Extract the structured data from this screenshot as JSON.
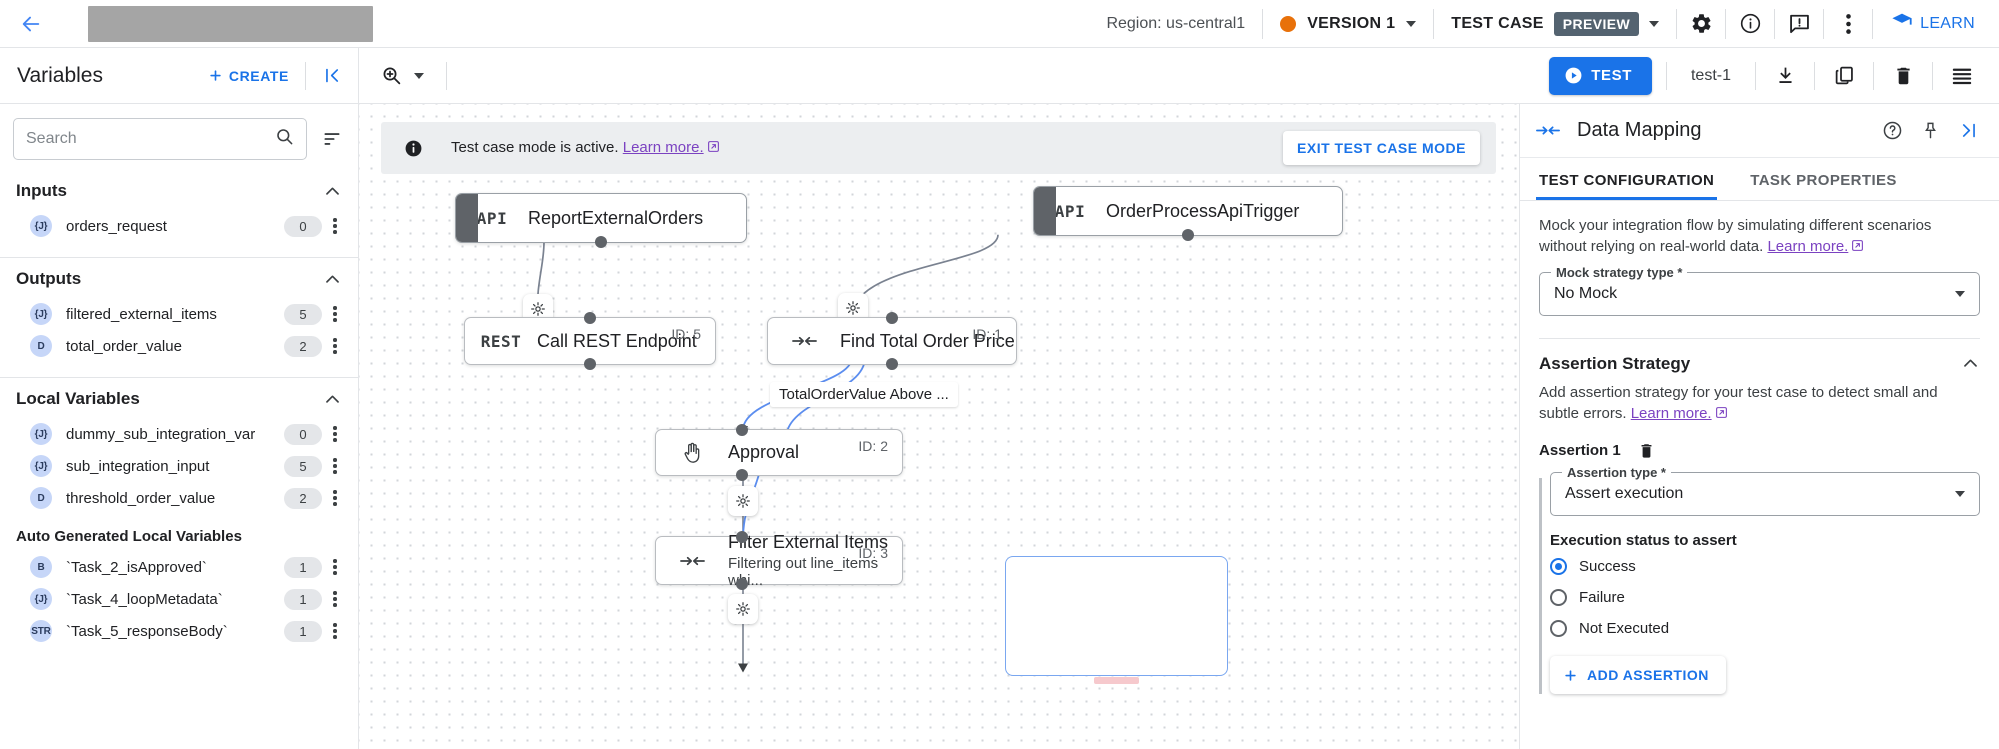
{
  "topbar": {
    "back_icon": "back-arrow-icon",
    "region_label": "Region: us-central1",
    "version_label": "VERSION 1",
    "version_dot_color": "#e8710a",
    "test_case_label": "TEST CASE",
    "preview_badge": "PREVIEW",
    "settings_icon": "gear-icon",
    "info_icon": "info-icon",
    "feedback_icon": "feedback-icon",
    "overflow_icon": "more-vert-icon",
    "learn_label": "LEARN"
  },
  "subbar": {
    "panel_title": "Variables",
    "create_label": "CREATE",
    "collapse_icon": "collapse-left-icon",
    "zoom_icon": "zoom-in-icon",
    "test_label": "TEST",
    "test_name": "test-1",
    "download_icon": "download-icon",
    "copy_icon": "copy-icon",
    "delete_icon": "trash-icon",
    "menu_icon": "list-menu-icon"
  },
  "variables": {
    "search_placeholder": "Search",
    "search_value": "",
    "sort_icon": "sort-icon",
    "sections": [
      {
        "title": "Inputs",
        "collapsed": false,
        "items": [
          {
            "type": "{J}",
            "name": "orders_request",
            "count": "0"
          }
        ]
      },
      {
        "title": "Outputs",
        "collapsed": false,
        "items": [
          {
            "type": "{J}",
            "name": "filtered_external_items",
            "count": "5"
          },
          {
            "type": "D",
            "name": "total_order_value",
            "count": "2"
          }
        ]
      },
      {
        "title": "Local Variables",
        "collapsed": false,
        "items": [
          {
            "type": "{J}",
            "name": "dummy_sub_integration_var",
            "count": "0"
          },
          {
            "type": "{J}",
            "name": "sub_integration_input",
            "count": "5"
          },
          {
            "type": "D",
            "name": "threshold_order_value",
            "count": "2"
          }
        ]
      }
    ],
    "auto_section_title": "Auto Generated Local Variables",
    "auto_items": [
      {
        "type": "B",
        "name": "`Task_2_isApproved`",
        "count": "1"
      },
      {
        "type": "{J}",
        "name": "`Task_4_loopMetadata`",
        "count": "1"
      },
      {
        "type": "STR",
        "name": "`Task_5_responseBody`",
        "count": "1"
      }
    ]
  },
  "canvas": {
    "banner": {
      "icon": "info-filled-icon",
      "text": "Test case mode is active.",
      "link_text": "Learn more.",
      "exit_label": "EXIT TEST CASE MODE"
    },
    "nodes": [
      {
        "id": "report-external-orders",
        "kind": "API",
        "label": "ReportExternalOrders",
        "sub": "",
        "node_id": ""
      },
      {
        "id": "order-process-trigger",
        "kind": "API",
        "label": "OrderProcessApiTrigger",
        "sub": "",
        "node_id": ""
      },
      {
        "id": "call-rest-endpoint",
        "kind": "REST",
        "label": "Call REST Endpoint",
        "sub": "",
        "node_id": "ID: 5"
      },
      {
        "id": "find-total-order-price",
        "kind": "map",
        "label": "Find Total Order Price",
        "sub": "",
        "node_id": "ID: 1"
      },
      {
        "id": "approval",
        "kind": "hand",
        "label": "Approval",
        "sub": "",
        "node_id": "ID: 2"
      },
      {
        "id": "filter-external-items",
        "kind": "map",
        "label": "Filter External Items",
        "sub": "Filtering out line_items whi...",
        "node_id": "ID: 3"
      }
    ],
    "edge_label": "TotalOrderValue Above ..."
  },
  "right_panel": {
    "header_icon": "data-mapping-icon",
    "title": "Data Mapping",
    "help_icon": "help-circle-icon",
    "pin_icon": "pin-icon",
    "expand_icon": "collapse-right-icon",
    "tabs": [
      {
        "label": "TEST CONFIGURATION",
        "active": true
      },
      {
        "label": "TASK PROPERTIES",
        "active": false
      }
    ],
    "mock": {
      "description": "Mock your integration flow by simulating different scenarios without relying on real-world data.",
      "link_text": "Learn more.",
      "field_legend": "Mock strategy type *",
      "field_value": "No Mock"
    },
    "assertion": {
      "section_title": "Assertion Strategy",
      "description": "Add assertion strategy for your test case to detect small and subtle errors.",
      "link_text": "Learn more.",
      "assertion_name": "Assertion 1",
      "delete_icon": "trash-icon",
      "type_legend": "Assertion type *",
      "type_value": "Assert execution",
      "status_title": "Execution status to assert",
      "options": [
        {
          "label": "Success",
          "selected": true
        },
        {
          "label": "Failure",
          "selected": false
        },
        {
          "label": "Not Executed",
          "selected": false
        }
      ],
      "add_label": "ADD ASSERTION"
    }
  },
  "colors": {
    "accent_blue": "#1a73e8",
    "link_purple": "#7b42c1",
    "version_orange": "#e8710a",
    "preview_chip": "#546370"
  }
}
